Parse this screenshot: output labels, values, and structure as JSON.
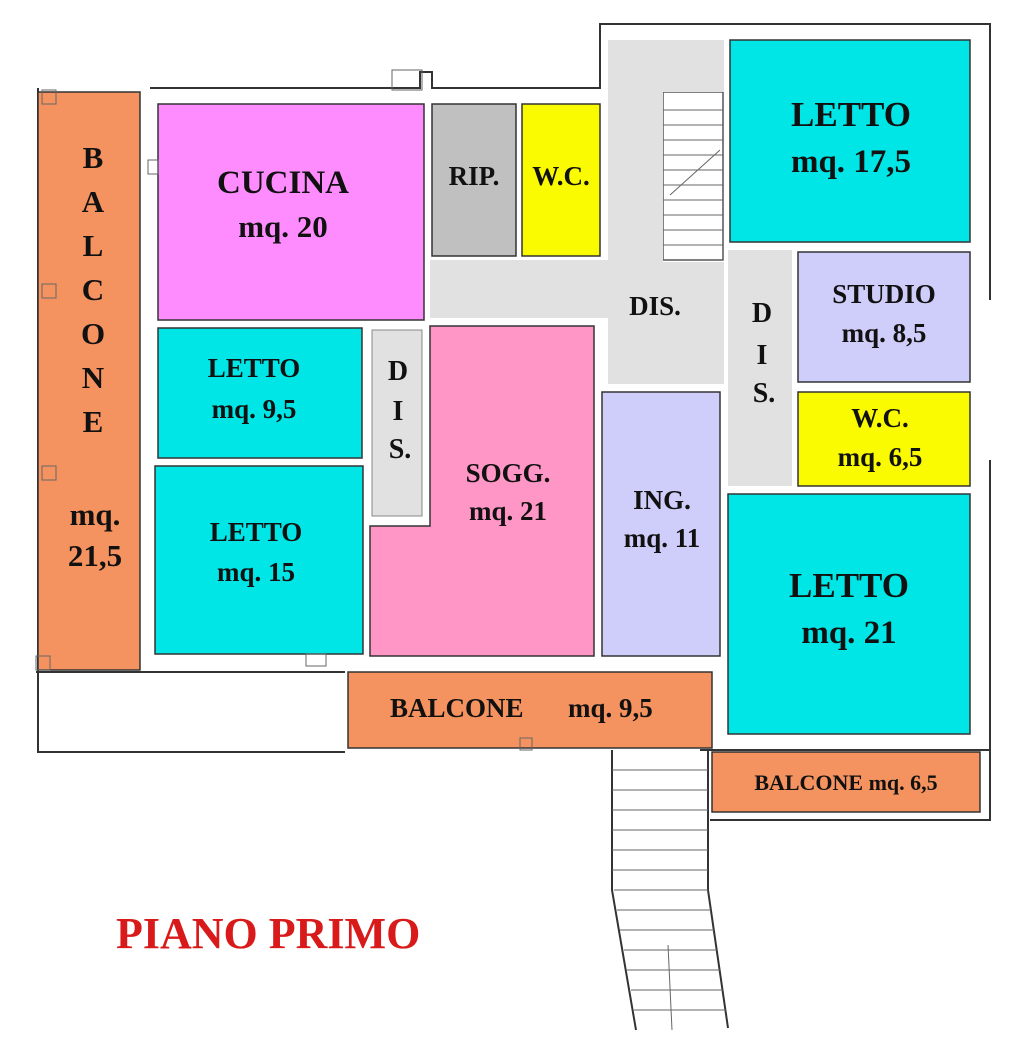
{
  "plan": {
    "title": "PIANO PRIMO",
    "colors": {
      "terrace": "#f4935f",
      "bedroom": "#00e5e5",
      "kitchen": "#ff8cff",
      "living": "#ff96c6",
      "storage": "#c0c0c0",
      "wc": "#fafa00",
      "hall": "#cfcdfa",
      "corridor": "#e1e1e1",
      "title": "#d91a1a"
    },
    "rooms": {
      "balcone_west": {
        "letters": [
          "B",
          "A",
          "L",
          "C",
          "O",
          "N",
          "E"
        ],
        "area": [
          "mq.",
          "21,5"
        ]
      },
      "cucina": {
        "name": "CUCINA",
        "area": "mq. 20"
      },
      "rip": {
        "name": "RIP."
      },
      "wc_north": {
        "name": "W.C."
      },
      "letto_ne": {
        "name": "LETTO",
        "area": "mq. 17,5"
      },
      "dis_central": {
        "name": "DIS."
      },
      "dis_east": {
        "letters": [
          "D",
          "I",
          "S."
        ]
      },
      "studio": {
        "name": "STUDIO",
        "area": "mq. 8,5"
      },
      "wc_east": {
        "name": "W.C.",
        "area": "mq. 6,5"
      },
      "letto_small": {
        "name": "LETTO",
        "area": "mq. 9,5"
      },
      "dis_west": {
        "letters": [
          "D",
          "I",
          "S."
        ]
      },
      "soggiorno": {
        "name": "SOGG.",
        "area": "mq. 21"
      },
      "ingresso": {
        "name": "ING.",
        "area": "mq. 11"
      },
      "letto_w": {
        "name": "LETTO",
        "area": "mq. 15"
      },
      "letto_se": {
        "name": "LETTO",
        "area": "mq. 21"
      },
      "balcone_south": {
        "name": "BALCONE",
        "area": "mq. 9,5"
      },
      "balcone_se": {
        "name": "BALCONE mq. 6,5"
      }
    }
  }
}
